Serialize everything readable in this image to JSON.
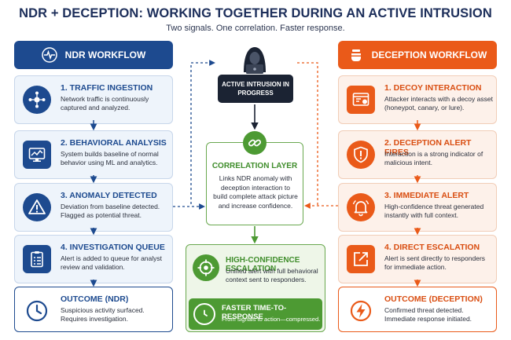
{
  "header": {
    "title": "NDR + DECEPTION: WORKING TOGETHER DURING AN ACTIVE INTRUSION",
    "subtitle": "Two signals. One correlation. Faster response."
  },
  "ndr": {
    "header": "NDR WORKFLOW",
    "steps": [
      {
        "title": "1. TRAFFIC INGESTION",
        "text": "Network traffic is continuously captured and analyzed."
      },
      {
        "title": "2. BEHAVIORAL ANALYSIS",
        "text": "System builds baseline of normal behavior using ML and analytics."
      },
      {
        "title": "3. ANOMALY DETECTED",
        "text": "Deviation from baseline detected. Flagged as potential threat."
      },
      {
        "title": "4. INVESTIGATION QUEUE",
        "text": "Alert is added to queue for analyst review and validation."
      }
    ],
    "outcome": {
      "title": "OUTCOME (NDR)",
      "text": "Suspicious activity surfaced. Requires investigation."
    }
  },
  "deception": {
    "header": "DECEPTION WORKFLOW",
    "steps": [
      {
        "title": "1. DECOY INTERACTION",
        "text": "Attacker interacts with a decoy asset (honeypot, canary, or lure)."
      },
      {
        "title": "2. DECEPTION ALERT FIRES",
        "text": "Interaction is a strong indicator of malicious intent."
      },
      {
        "title": "3. IMMEDIATE ALERT",
        "text": "High-confidence threat generated instantly with full context."
      },
      {
        "title": "4. DIRECT ESCALATION",
        "text": "Alert is sent directly to responders for immediate action."
      }
    ],
    "outcome": {
      "title": "OUTCOME (DECEPTION)",
      "text": "Confirmed threat detected. Immediate response initiated."
    }
  },
  "center": {
    "intrusion": "ACTIVE INTRUSION IN PROGRESS",
    "correlation_title": "CORRELATION LAYER",
    "correlation_text": "Links NDR anomaly with deception interaction to build complete attack picture and increase confidence.",
    "escalation_title": "HIGH-CONFIDENCE ESCALATION",
    "escalation_text": "Unified alert with full behavioral context sent to responders.",
    "fast_title": "FASTER TIME-TO-RESPONSE",
    "fast_text": "From signals to action—compressed."
  },
  "colors": {
    "ndr": "#1d4a8f",
    "deception": "#ea5a19",
    "correlation": "#4d9a33",
    "intrusion": "#1b2333"
  },
  "icons": {
    "ndr_header": "pulse-icon",
    "deception_header": "honeypot-icon",
    "ndr_steps": [
      "network-nodes-icon",
      "monitor-chart-icon",
      "warning-triangle-icon",
      "checklist-icon"
    ],
    "ndr_outcome": "clock-icon",
    "deception_steps": [
      "decoy-browser-icon",
      "shield-alert-icon",
      "bell-icon",
      "escalate-arrow-icon"
    ],
    "deception_outcome": "lightning-icon",
    "center": [
      "hacker-icon",
      "chain-link-icon",
      "target-icon",
      "stopwatch-icon"
    ]
  }
}
